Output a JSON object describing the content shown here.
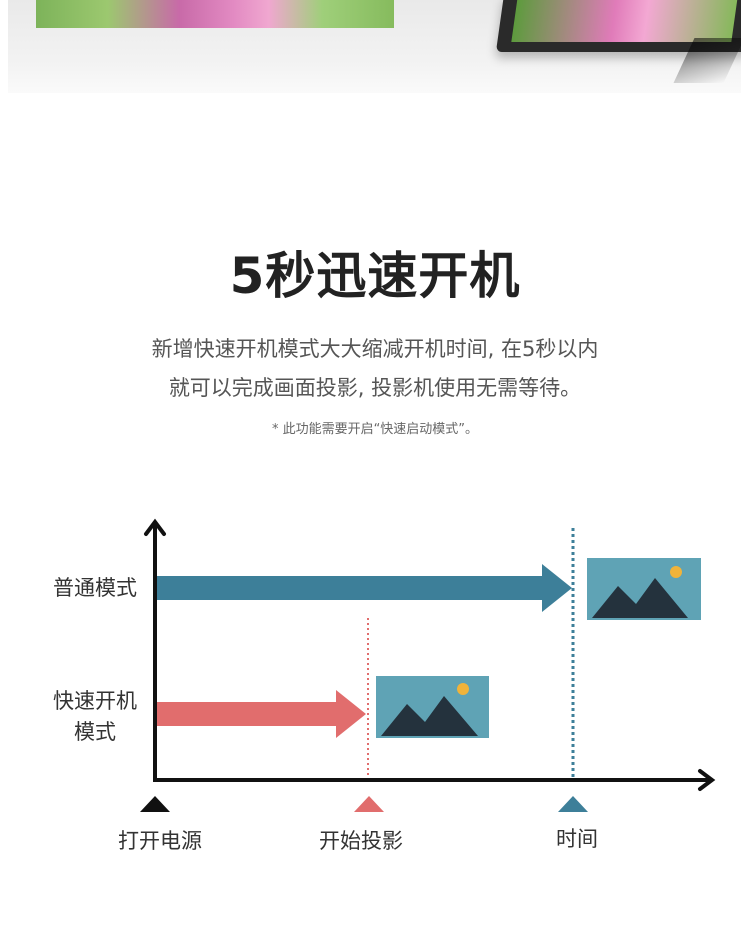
{
  "hero": {
    "description": ""
  },
  "headline": {
    "title": "5秒迅速开机",
    "line1": "新增快速开机模式大大缩减开机时间, 在5秒以内",
    "line2": "就可以完成画面投影, 投影机使用无需等待。",
    "note": "* 此功能需要开启“快速启动模式”。"
  },
  "diagram": {
    "rows": [
      {
        "label": "普通模式",
        "color": "#3d7f99"
      },
      {
        "label_line1": "快速开机",
        "label_line2": "模式",
        "color": "#e16d6d"
      }
    ],
    "axis_labels": {
      "power_on": "打开电源",
      "start_projection": "开始投影",
      "time": "时间"
    },
    "marker_colors": {
      "power_on": "#111111",
      "start_projection": "#e16d6d",
      "time": "#3d7f99"
    },
    "picture_colors": {
      "sky": "#5fa3b5",
      "sun": "#f0b33a",
      "mountain": "#24323d"
    }
  }
}
